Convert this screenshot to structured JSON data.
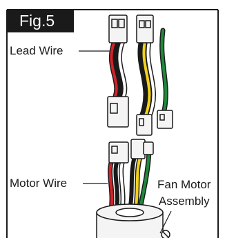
{
  "figure": {
    "label": "Fig.5"
  },
  "callouts": {
    "lead_wire": "Lead Wire",
    "motor_wire": "Motor Wire",
    "fan_motor_line1": "Fan Motor",
    "fan_motor_line2": "Assembly"
  },
  "colors": {
    "red_wire": "#d2232a",
    "black_wire": "#1a1a1a",
    "white_wire": "#ffffff",
    "yellow_wire": "#f2d21b",
    "green_wire": "#1e8a3c",
    "outline": "#1a1a1a",
    "housing": "#f4f4f4"
  },
  "icons": [
    "connector-icon",
    "wire-bundle-icon",
    "motor-housing-icon"
  ]
}
